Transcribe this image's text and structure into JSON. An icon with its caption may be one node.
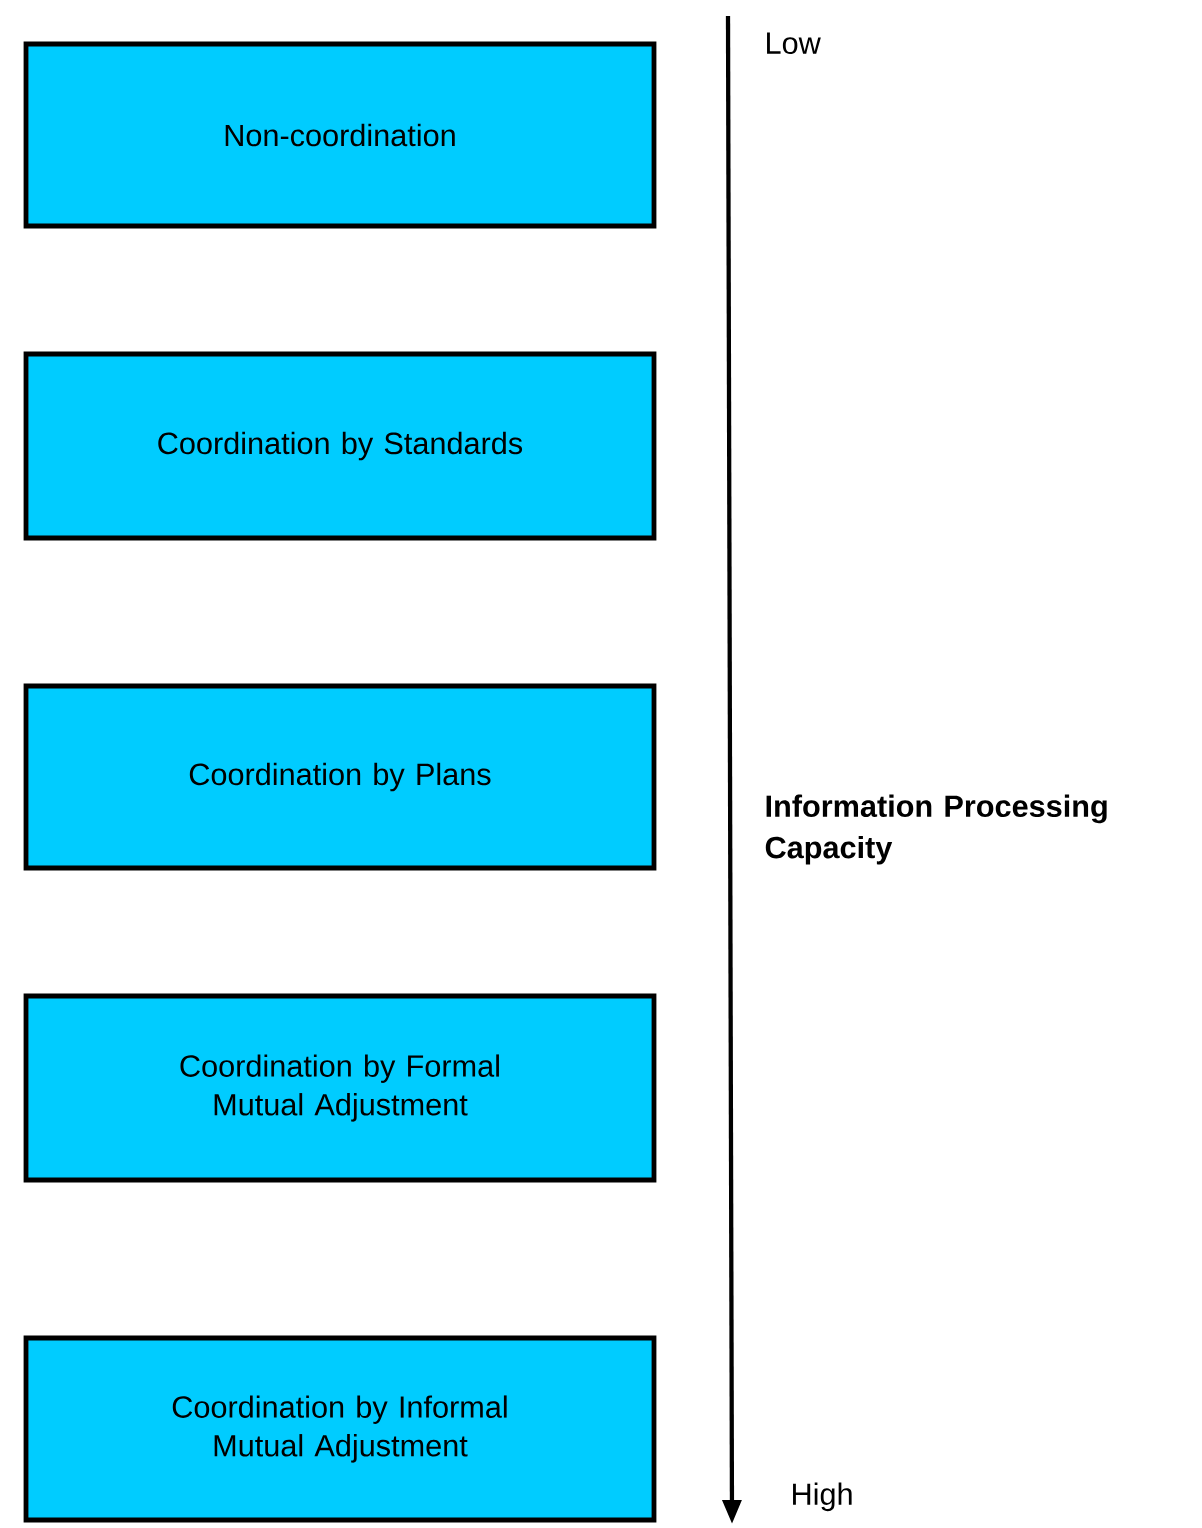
{
  "diagram": {
    "nodes": [
      {
        "text": [
          "Non-coordination"
        ]
      },
      {
        "text": [
          "Coordination by Standards"
        ]
      },
      {
        "text": [
          "Coordination by Plans"
        ]
      },
      {
        "text": [
          "Coordination by Formal Mutual Adjustment"
        ]
      },
      {
        "text": [
          "Coordination by Informal Mutual Adjustment"
        ]
      }
    ],
    "edges": [],
    "labels": [
      "Low",
      "Information Processing Capacity",
      "High"
    ]
  }
}
